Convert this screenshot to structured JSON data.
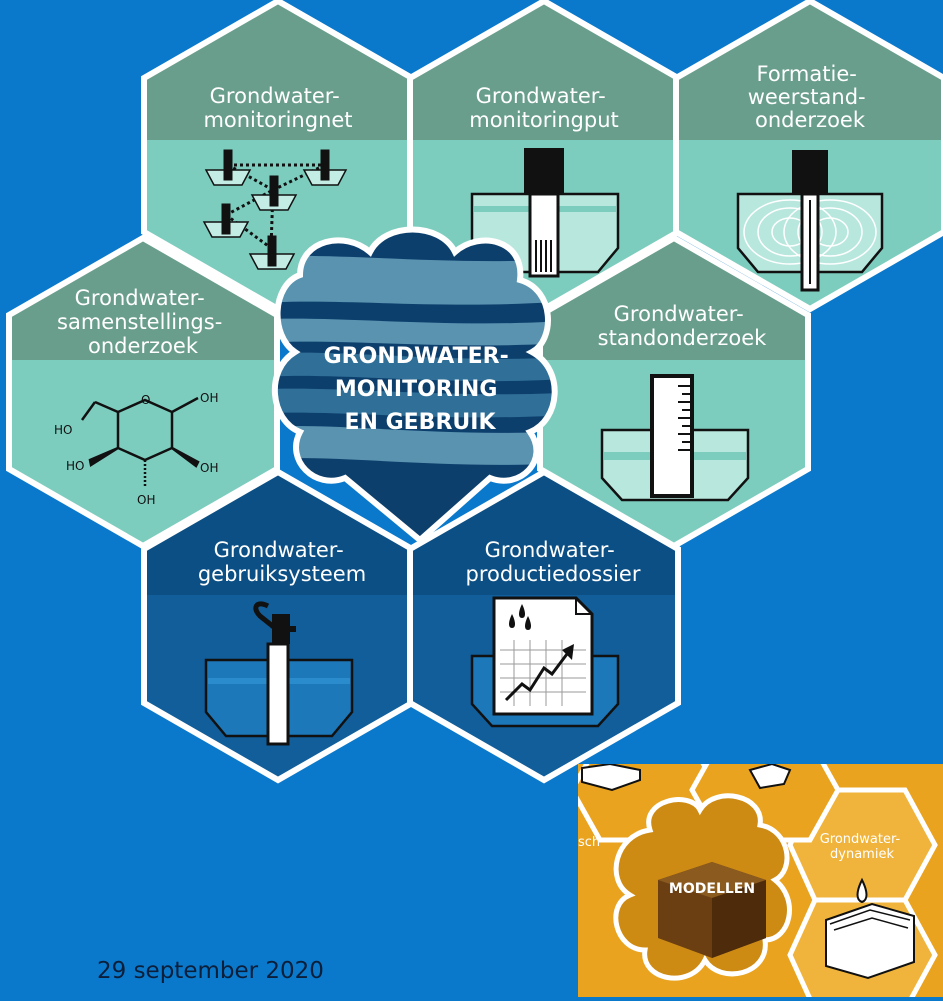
{
  "center": {
    "title_lines": [
      "GRONDWATER-",
      "MONITORING",
      "EN GEBRUIK"
    ]
  },
  "tiles": [
    {
      "name": "grondwatermonitoringnet",
      "title_lines": [
        "Grondwater-",
        "monitoringnet"
      ],
      "icon": "network-of-wells-icon"
    },
    {
      "name": "grondwatermonitoringput",
      "title_lines": [
        "Grondwater-",
        "monitoringput"
      ],
      "icon": "monitoring-well-icon"
    },
    {
      "name": "formatieweerstandonderzoek",
      "title_lines": [
        "Formatie-",
        "weerstand-",
        "onderzoek"
      ],
      "icon": "resistance-field-icon"
    },
    {
      "name": "grondwatersamenstellingsonderzoek",
      "title_lines": [
        "Grondwater-",
        "samenstellings-",
        "onderzoek"
      ],
      "icon": "glucose-molecule-icon"
    },
    {
      "name": "grondwaterstandonderzoek",
      "title_lines": [
        "Grondwater-",
        "standonderzoek"
      ],
      "icon": "water-level-gauge-icon"
    },
    {
      "name": "grondwatergebruiksysteem",
      "title_lines": [
        "Grondwater-",
        "gebruiksysteem"
      ],
      "icon": "hand-pump-icon"
    },
    {
      "name": "grondwaterproductiedossier",
      "title_lines": [
        "Grondwater-",
        "productiedossier"
      ],
      "icon": "production-document-icon"
    }
  ],
  "molecule": {
    "labels": [
      "OH",
      "HO",
      "HO",
      "OH",
      "OH",
      "O"
    ]
  },
  "thumbnail": {
    "center_label": "MODELLEN",
    "tile_label_lines": [
      "Grondwater-",
      "dynamiek"
    ],
    "partial_label": "sch"
  },
  "footer": {
    "date": "29 september 2020"
  },
  "colors": {
    "background": "#0a79cc",
    "header_light": "#6a9e8c",
    "body_light": "#7dcdbf",
    "header_dark": "#0c4f84",
    "body_dark": "#115e9a",
    "thumbnail_orange": "#e9a31f"
  }
}
